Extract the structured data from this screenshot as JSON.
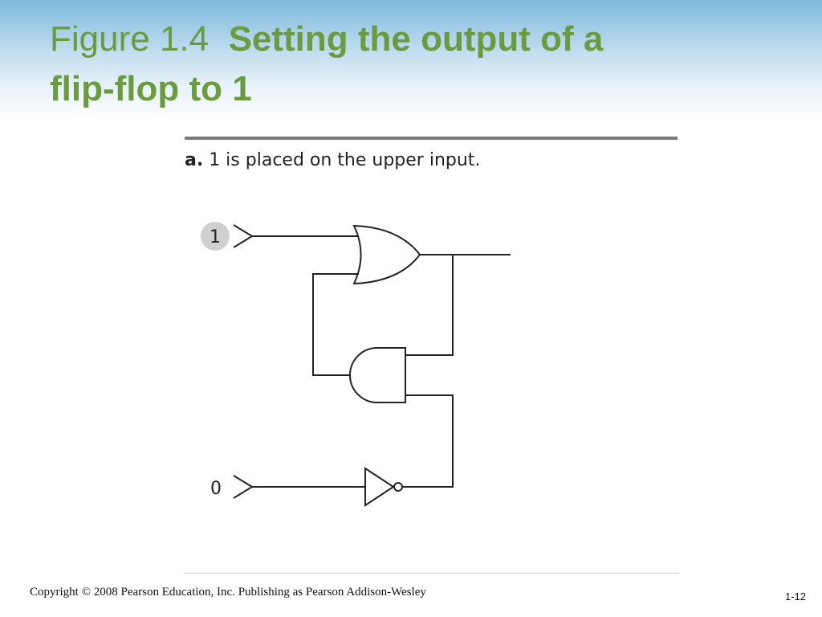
{
  "title": {
    "prefix": "Figure 1.4",
    "main_line1": "Setting the output of a",
    "main_line2": "flip-flop to 1"
  },
  "figure": {
    "caption_letter": "a.",
    "caption_text": " 1 is placed on the upper input.",
    "upper_input_value": "1",
    "lower_input_value": "0"
  },
  "footer": {
    "copyright": "Copyright © 2008 Pearson Education, Inc. Publishing as Pearson Addison-Wesley",
    "page_number": "1-12"
  }
}
